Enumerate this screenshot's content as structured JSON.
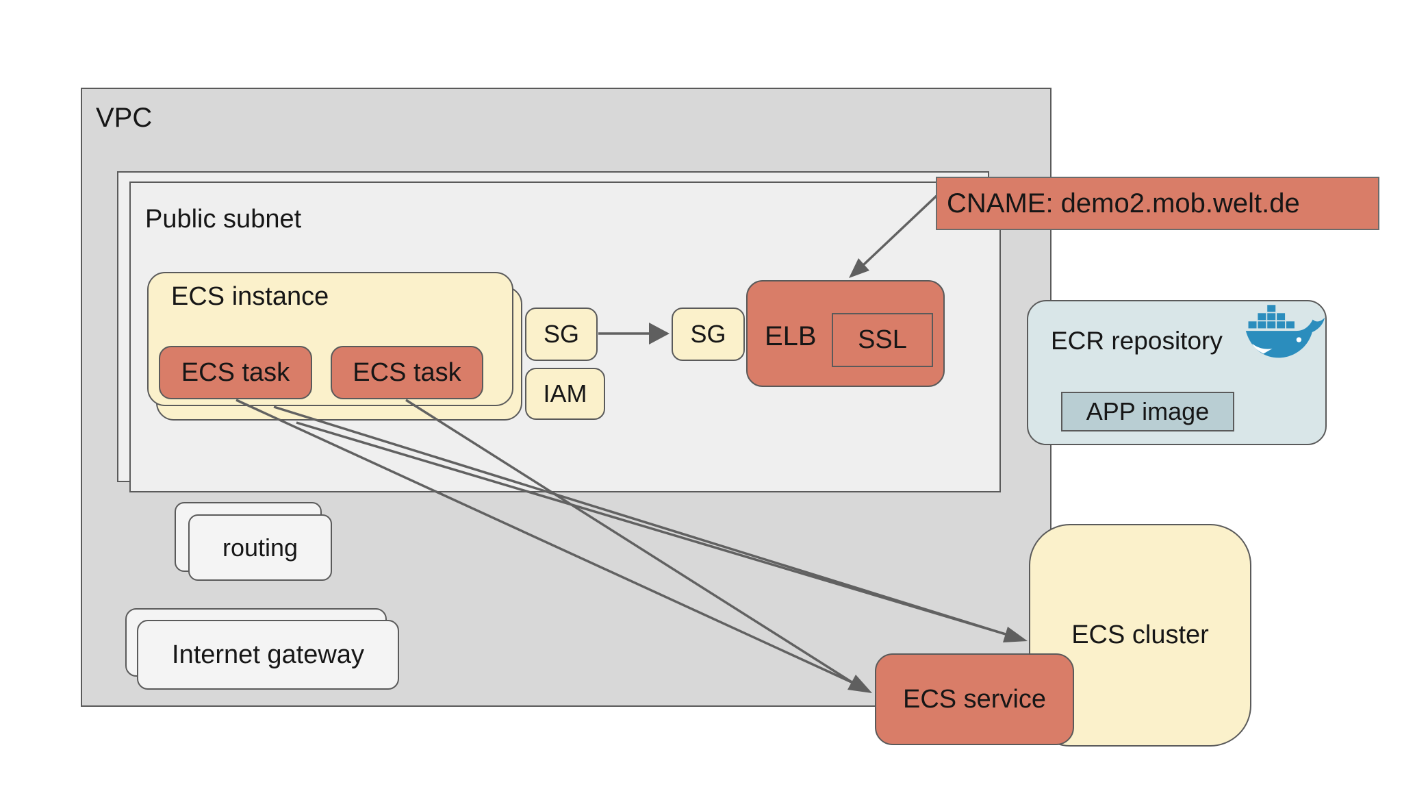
{
  "diagram": {
    "title_hint": "AWS ECS architecture diagram",
    "vpc": {
      "label": "VPC"
    },
    "subnet": {
      "label": "Public subnet"
    },
    "instance": {
      "label": "ECS instance"
    },
    "tasks": {
      "task1_label": "ECS task",
      "task2_label": "ECS task"
    },
    "sg_instance": {
      "label": "SG"
    },
    "iam": {
      "label": "IAM"
    },
    "sg_elb": {
      "label": "SG"
    },
    "elb": {
      "label": "ELB",
      "ssl_label": "SSL"
    },
    "cname": {
      "label": "CNAME: demo2.mob.welt.de"
    },
    "ecr": {
      "label": "ECR repository",
      "app_image_label": "APP image",
      "icon": "docker-whale-icon"
    },
    "cluster": {
      "label": "ECS cluster"
    },
    "service": {
      "label": "ECS service"
    },
    "routing": {
      "label": "routing"
    },
    "igw": {
      "label": "Internet gateway"
    },
    "colors": {
      "vpc_fill": "#d8d8d8",
      "subnet_fill": "#efefef",
      "cream_fill": "#fbf1cb",
      "red_fill": "#d97d68",
      "plain_fill": "#f4f4f4",
      "ecr_fill": "#d9e6e8",
      "app_fill": "#b9ced3",
      "border": "#5a5a5a",
      "connector": "#616161",
      "docker_blue": "#2b8dbd",
      "text": "#161616"
    }
  }
}
